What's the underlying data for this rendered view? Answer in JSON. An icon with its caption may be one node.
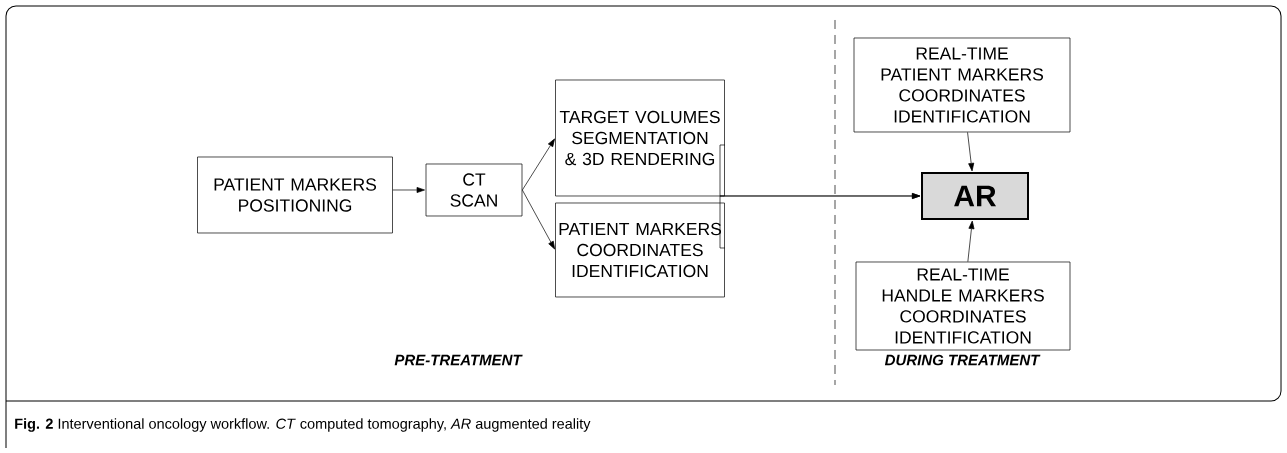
{
  "diagram": {
    "caption": "**Fig. 2** Interventional oncology workflow. *CT* computed tomography, *AR* augmented reality",
    "nodes": [
      {
        "text": [
          "PATIENT MARKERS POSITIONING"
        ]
      },
      {
        "text": [
          "CT SCAN"
        ]
      },
      {
        "text": [
          "TARGET VOLUMES SEGMENTATION & 3D RENDERING"
        ]
      },
      {
        "text": [
          "PATIENT MARKERS COORDINATES IDENTIFICATION"
        ]
      },
      {
        "text": [
          "REAL-TIME PATIENT MARKERS COORDINATES IDENTIFICATION"
        ]
      },
      {
        "text": [
          "AR"
        ]
      },
      {
        "text": [
          "REAL-TIME HANDLE MARKERS COORDINATES IDENTIFICATION"
        ]
      }
    ],
    "edges": [
      {
        "from": 0,
        "to": 1,
        "arrow": "to"
      },
      {
        "from": 1,
        "to": 2,
        "arrow": "to"
      },
      {
        "from": 1,
        "to": 3,
        "arrow": "to"
      },
      {
        "from": 2,
        "to": 5,
        "arrow": "to"
      },
      {
        "from": 3,
        "to": 5,
        "arrow": "to"
      },
      {
        "from": 4,
        "to": 5,
        "arrow": "to"
      },
      {
        "from": 6,
        "to": 5,
        "arrow": "to"
      }
    ],
    "labels": [
      "PRE-TREATMENT",
      "DURING TREATMENT"
    ]
  }
}
